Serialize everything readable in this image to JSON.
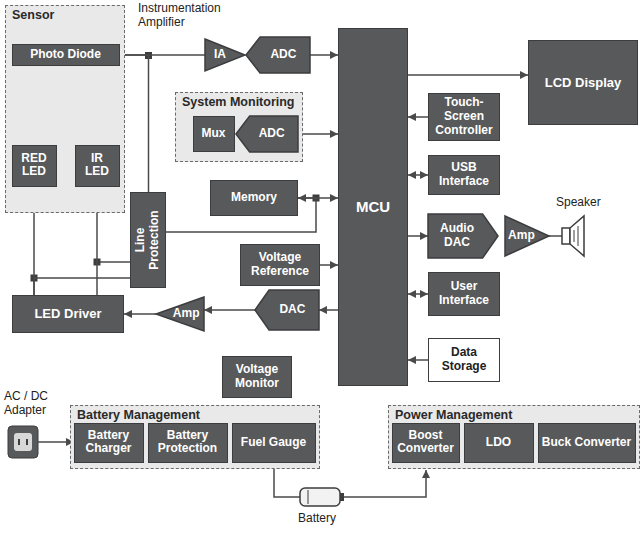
{
  "diagram": {
    "nodes": [
      {
        "text": [
          "Sensor"
        ]
      },
      {
        "text": [
          "Photo Diode"
        ],
        "in": 0
      },
      {
        "text": [
          "RED LED"
        ],
        "in": 0
      },
      {
        "text": [
          "IR LED"
        ],
        "in": 0
      },
      {
        "text": [
          "IA"
        ]
      },
      {
        "text": [
          "ADC"
        ]
      },
      {
        "text": [
          "MCU"
        ]
      },
      {
        "text": [
          "LCD Display"
        ]
      },
      {
        "text": [
          "System Monitoring"
        ]
      },
      {
        "text": [
          "Mux"
        ],
        "in": 8
      },
      {
        "text": [
          "ADC"
        ],
        "in": 8
      },
      {
        "text": [
          "Touch-Screen Controller"
        ]
      },
      {
        "text": [
          "Memory"
        ]
      },
      {
        "text": [
          "USB Interface"
        ]
      },
      {
        "text": [
          "Line Protection"
        ]
      },
      {
        "text": [
          "Audio DAC"
        ]
      },
      {
        "text": [
          "Amp"
        ]
      },
      {
        "text": [
          "Voltage Reference"
        ]
      },
      {
        "text": [
          "User Interface"
        ]
      },
      {
        "text": [
          "LED Driver"
        ]
      },
      {
        "text": [
          "Amp"
        ]
      },
      {
        "text": [
          "DAC"
        ]
      },
      {
        "text": [
          "Data Storage"
        ]
      },
      {
        "text": [
          "Voltage Monitor"
        ]
      },
      {
        "text": [
          "Battery Management"
        ]
      },
      {
        "text": [
          "Battery Charger"
        ],
        "in": 24
      },
      {
        "text": [
          "Battery Protection"
        ],
        "in": 24
      },
      {
        "text": [
          "Fuel Gauge"
        ],
        "in": 24
      },
      {
        "text": [
          "Power Management"
        ]
      },
      {
        "text": [
          "Boost Converter"
        ],
        "in": 28
      },
      {
        "text": [
          "LDO"
        ],
        "in": 28
      },
      {
        "text": [
          "Buck Converter"
        ],
        "in": 28
      }
    ],
    "edges": [
      {
        "from": 1,
        "to": 4,
        "arrow": "none"
      },
      {
        "from": 5,
        "to": 6,
        "arrow": "to"
      },
      {
        "from": 6,
        "to": 7,
        "arrow": "to"
      },
      {
        "from": 11,
        "to": 6,
        "arrow": "to"
      },
      {
        "from": 10,
        "to": 6,
        "arrow": "to"
      },
      {
        "from": 12,
        "to": 6,
        "arrow": "both"
      },
      {
        "from": 6,
        "to": 13,
        "arrow": "both"
      },
      {
        "from": 1,
        "to": 14,
        "arrow": "none"
      },
      {
        "from": 14,
        "to": 12,
        "arrow": "none"
      },
      {
        "from": 6,
        "to": 15,
        "arrow": "to"
      },
      {
        "from": 17,
        "to": 6,
        "arrow": "to"
      },
      {
        "from": 6,
        "to": 18,
        "arrow": "both"
      },
      {
        "from": 14,
        "to": 19,
        "arrow": "none"
      },
      {
        "from": 6,
        "to": 21,
        "arrow": "to"
      },
      {
        "from": 21,
        "to": 20,
        "arrow": "to"
      },
      {
        "from": 20,
        "to": 19,
        "arrow": "to"
      },
      {
        "from": 19,
        "to": 2,
        "arrow": "to"
      },
      {
        "from": 19,
        "to": 3,
        "arrow": "to"
      },
      {
        "from": 22,
        "to": 6,
        "arrow": "to"
      },
      {
        "from": 2,
        "to": 1,
        "arrow": "to"
      },
      {
        "from": 3,
        "to": 1,
        "arrow": "to"
      }
    ],
    "labels": [
      "Instrumentation Amplifier",
      "Speaker",
      "AC / DC Adapter",
      "Battery"
    ]
  }
}
